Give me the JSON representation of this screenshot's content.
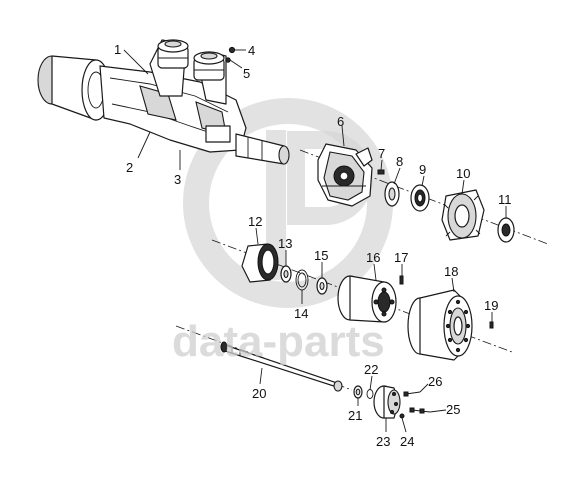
{
  "watermark": {
    "text": "data-parts",
    "logo": "data-parts logo mark (D/P monogram in circle)"
  },
  "callouts": [
    "1",
    "2",
    "3",
    "4",
    "5",
    "6",
    "7",
    "8",
    "9",
    "10",
    "11",
    "12",
    "13",
    "14",
    "15",
    "16",
    "17",
    "18",
    "19",
    "20",
    "21",
    "22",
    "23",
    "24",
    "25",
    "26"
  ],
  "colors": {
    "line": "#1a1a1a",
    "watermark": "#cfcfcf",
    "background": "#ffffff"
  }
}
